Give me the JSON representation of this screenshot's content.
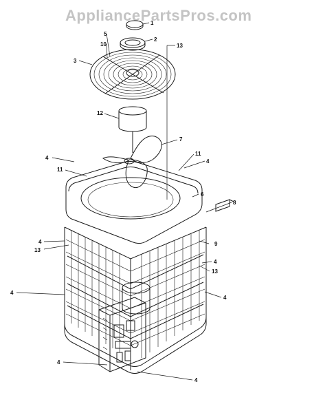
{
  "watermark": {
    "text": "AppliancePartsPros.com"
  },
  "callouts": [
    {
      "id": "c1",
      "label": "1"
    },
    {
      "id": "c2",
      "label": "2"
    },
    {
      "id": "c3",
      "label": "3"
    },
    {
      "id": "c5",
      "label": "5"
    },
    {
      "id": "c10",
      "label": "10"
    },
    {
      "id": "c13a",
      "label": "13"
    },
    {
      "id": "c12",
      "label": "12"
    },
    {
      "id": "c7",
      "label": "7"
    },
    {
      "id": "c4a",
      "label": "4"
    },
    {
      "id": "c11a",
      "label": "11"
    },
    {
      "id": "c11b",
      "label": "11"
    },
    {
      "id": "c4b",
      "label": "4"
    },
    {
      "id": "c6",
      "label": "6"
    },
    {
      "id": "c8",
      "label": "8"
    },
    {
      "id": "c4c",
      "label": "4"
    },
    {
      "id": "c13b",
      "label": "13"
    },
    {
      "id": "c9",
      "label": "9"
    },
    {
      "id": "c4d",
      "label": "4"
    },
    {
      "id": "c13c",
      "label": "13"
    },
    {
      "id": "c4e",
      "label": "4"
    },
    {
      "id": "c4f",
      "label": "4"
    },
    {
      "id": "c4g",
      "label": "4"
    },
    {
      "id": "c4h",
      "label": "4"
    }
  ]
}
